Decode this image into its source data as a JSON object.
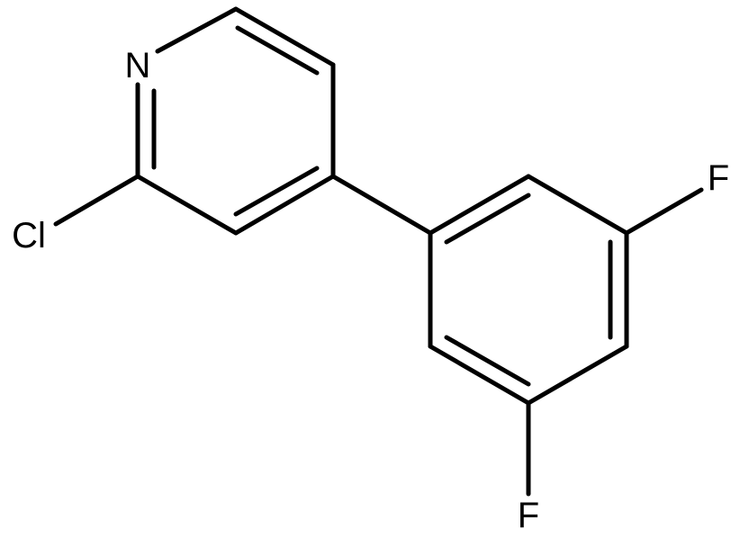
{
  "atoms": {
    "nitrogen": "N",
    "chlorine": "Cl",
    "fluorine_top": "F",
    "fluorine_bottom": "F"
  },
  "colors": {
    "bond": "#000000",
    "label": "#000000",
    "background": "#ffffff"
  }
}
